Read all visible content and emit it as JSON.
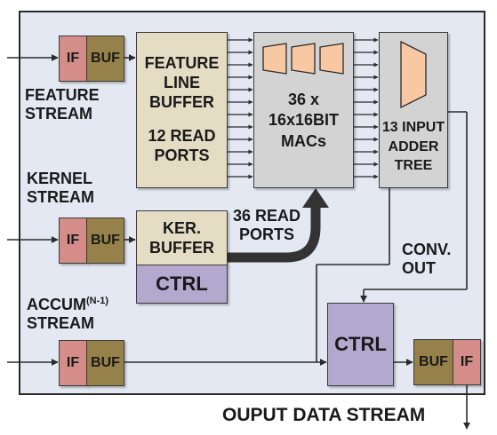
{
  "colors": {
    "panel_bg": "#e3e8f2",
    "if_block": "#d48d88",
    "buf_block": "#958149",
    "buffer_block": "#e4ddc4",
    "ctrl_block": "#b3a8ce",
    "mac_block": "#d3d3d3",
    "mac_multiplier": "#f7c8a2",
    "line": "#2a2a2a",
    "thick_arrow": "#333333"
  },
  "inputs": {
    "feature": {
      "label_1": "FEATURE",
      "label_2": "STREAM",
      "if": "IF",
      "buf": "BUF"
    },
    "kernel": {
      "label_1": "KERNEL",
      "label_2": "STREAM",
      "if": "IF",
      "buf": "BUF"
    },
    "accum": {
      "label_1": "ACCUM",
      "superscript": "(N-1)",
      "label_2": "STREAM",
      "if": "IF",
      "buf": "BUF"
    }
  },
  "feature_line_buffer": {
    "line_1": "FEATURE",
    "line_2": "LINE",
    "line_3": "BUFFER",
    "line_4": "12 READ",
    "line_5": "PORTS"
  },
  "kernel_buffer": {
    "line_1": "KER.",
    "line_2": "BUFFER",
    "ctrl": "CTRL"
  },
  "read_ports": {
    "line_1": "36 READ",
    "line_2": "PORTS"
  },
  "macs": {
    "line_1": "36 x",
    "line_2": "16x16BIT",
    "line_3": "MACs",
    "multiplier_icons": [
      "multiplier-1",
      "multiplier-2",
      "multiplier-3"
    ]
  },
  "adder_tree": {
    "line_1": "13 INPUT",
    "line_2": "ADDER",
    "line_3": "TREE"
  },
  "conv_out": {
    "line_1": "CONV.",
    "line_2": "OUT"
  },
  "output_ctrl": "CTRL",
  "output": {
    "buf": "BUF",
    "if": "IF",
    "label": "OUPUT DATA STREAM"
  }
}
